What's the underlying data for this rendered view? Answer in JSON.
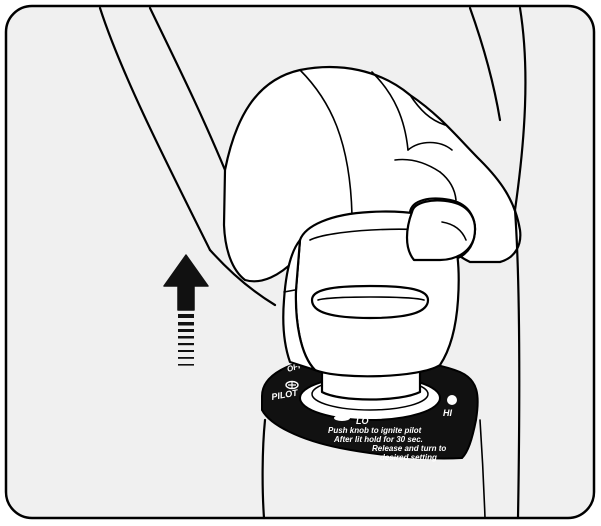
{
  "dial": {
    "off_label": "OFF",
    "pilot_label": "PILOT",
    "lo_label": "LO",
    "hi_label": "HI"
  },
  "instructions": {
    "line1": "Push knob to ignite pilot",
    "line2": "After lit hold for 30 sec.",
    "line3": "Release and turn to",
    "line4": "desired setting"
  },
  "colors": {
    "frame_fill": "#f0f0f0",
    "line": "#000000",
    "plate": "#111111",
    "knob": "#ffffff"
  },
  "arrow": {
    "direction": "up",
    "meaning": "arrow-up-icon"
  }
}
